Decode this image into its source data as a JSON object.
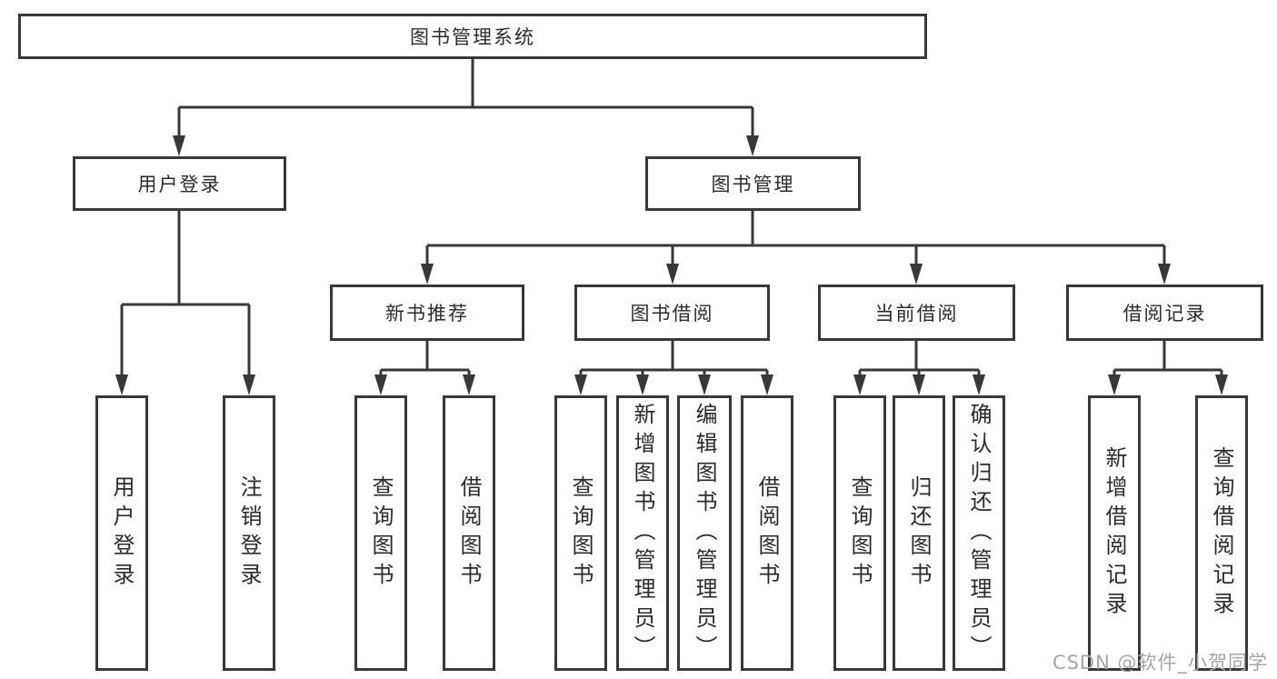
{
  "diagram": {
    "title": "图书管理系统",
    "root": {
      "label": "图书管理系统"
    },
    "level2": [
      {
        "label": "用户登录"
      },
      {
        "label": "图书管理"
      }
    ],
    "level3": [
      {
        "label": "新书推荐"
      },
      {
        "label": "图书借阅"
      },
      {
        "label": "当前借阅"
      },
      {
        "label": "借阅记录"
      }
    ],
    "leaves": {
      "user_login": [
        "用户登录",
        "注销登录"
      ],
      "new_books": [
        "查询图书",
        "借阅图书"
      ],
      "book_borrow": [
        "查询图书",
        "新增图书（管理员）",
        "编辑图书（管理员）",
        "借阅图书"
      ],
      "current_borrow": [
        "查询图书",
        "归还图书",
        "确认归还（管理员）"
      ],
      "borrow_records": [
        "新增借阅记录",
        "查询借阅记录"
      ]
    }
  },
  "watermark": "CSDN @软件_小贺同学",
  "colors": {
    "border": "#383838",
    "text": "#2b2b2b",
    "watermark": "#a6a6a6",
    "background": "#ffffff"
  }
}
